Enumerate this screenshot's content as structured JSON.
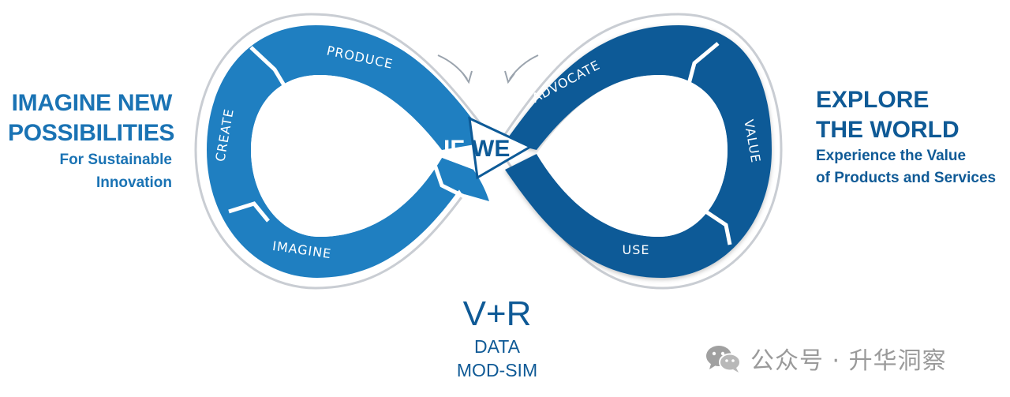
{
  "left": {
    "headline_1": "IMAGINE NEW",
    "headline_2": "POSSIBILITIES",
    "sub_1": "For Sustainable",
    "sub_2": "Innovation"
  },
  "right": {
    "headline_1": "EXPLORE",
    "headline_2": "THE WORLD",
    "sub_1": "Experience the Value",
    "sub_2": "of Products and Services"
  },
  "bottom": {
    "main": "V+R",
    "line_1": "DATA",
    "line_2": "MOD-SIM"
  },
  "loop": {
    "left_labels": {
      "produce": "PRODUCE",
      "create": "CREATE",
      "imagine": "IMAGINE"
    },
    "right_labels": {
      "advocate": "ADVOCATE",
      "value": "VALUE",
      "use": "USE"
    },
    "center_logo": {
      "left_text": "IF",
      "right_text": "WE"
    },
    "colors": {
      "left_loop": "#1f7fc1",
      "right_loop": "#0d5a97",
      "outline": "#c9cdd3"
    }
  },
  "watermark": {
    "text": "公众号 · 升华洞察",
    "icon": "wechat-icon"
  }
}
